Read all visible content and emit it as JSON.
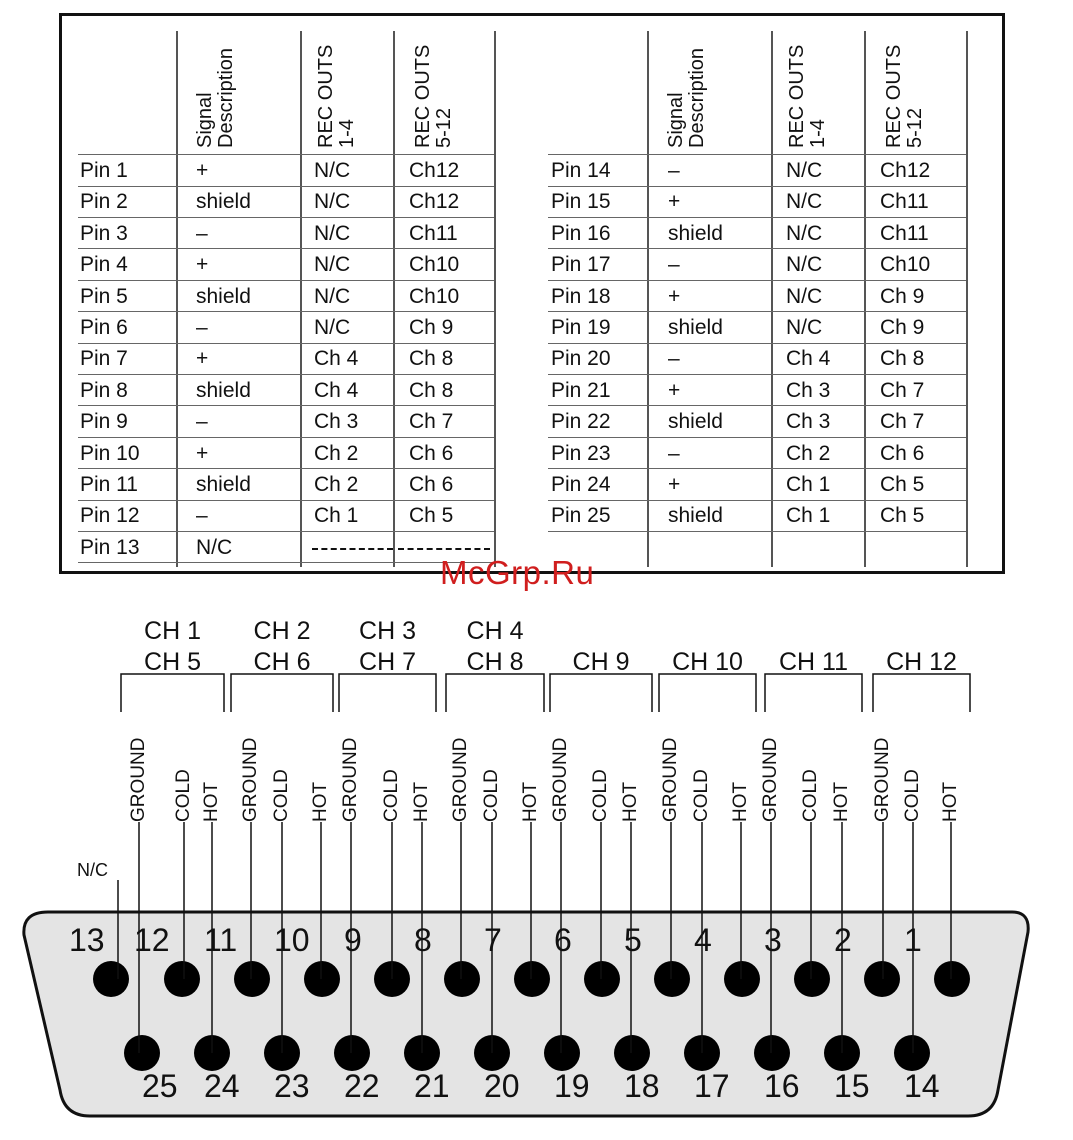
{
  "table": {
    "headers": {
      "signal": "Signal\nDescription",
      "rec14": "REC OUTS\n1-4",
      "rec512": "REC OUTS\n5-12"
    },
    "left_rows": [
      [
        "Pin 1",
        "+",
        "N/C",
        "Ch12"
      ],
      [
        "Pin 2",
        "shield",
        "N/C",
        "Ch12"
      ],
      [
        "Pin 3",
        "–",
        "N/C",
        "Ch11"
      ],
      [
        "Pin 4",
        "+",
        "N/C",
        "Ch10"
      ],
      [
        "Pin 5",
        "shield",
        "N/C",
        "Ch10"
      ],
      [
        "Pin 6",
        "–",
        "N/C",
        "Ch 9"
      ],
      [
        "Pin 7",
        "+",
        "Ch 4",
        "Ch 8"
      ],
      [
        "Pin 8",
        "shield",
        "Ch 4",
        "Ch 8"
      ],
      [
        "Pin 9",
        "–",
        "Ch 3",
        "Ch 7"
      ],
      [
        "Pin 10",
        "+",
        "Ch 2",
        "Ch 6"
      ],
      [
        "Pin 11",
        "shield",
        "Ch 2",
        "Ch 6"
      ],
      [
        "Pin 12",
        "–",
        "Ch 1",
        "Ch 5"
      ],
      [
        "Pin 13",
        "N/C",
        "",
        ""
      ]
    ],
    "right_rows": [
      [
        "Pin 14",
        "–",
        "N/C",
        "Ch12"
      ],
      [
        "Pin 15",
        "+",
        "N/C",
        "Ch11"
      ],
      [
        "Pin 16",
        "shield",
        "N/C",
        "Ch11"
      ],
      [
        "Pin 17",
        "–",
        "N/C",
        "Ch10"
      ],
      [
        "Pin 18",
        "+",
        "N/C",
        "Ch 9"
      ],
      [
        "Pin 19",
        "shield",
        "N/C",
        "Ch 9"
      ],
      [
        "Pin 20",
        "–",
        "Ch 4",
        "Ch 8"
      ],
      [
        "Pin 21",
        "+",
        "Ch 3",
        "Ch 7"
      ],
      [
        "Pin 22",
        "shield",
        "Ch 3",
        "Ch 7"
      ],
      [
        "Pin 23",
        "–",
        "Ch 2",
        "Ch 6"
      ],
      [
        "Pin 24",
        "+",
        "Ch 1",
        "Ch 5"
      ],
      [
        "Pin 25",
        "shield",
        "Ch 1",
        "Ch 5"
      ]
    ]
  },
  "watermark": "McGrp.Ru",
  "diagram": {
    "channel_groups": [
      {
        "label": "CH 1\nCH 5"
      },
      {
        "label": "CH 2\nCH 6"
      },
      {
        "label": "CH 3\nCH 7"
      },
      {
        "label": "CH 4\nCH 8"
      },
      {
        "label": "CH 9"
      },
      {
        "label": "CH 10"
      },
      {
        "label": "CH 11"
      },
      {
        "label": "CH 12"
      }
    ],
    "signals": [
      "GROUND",
      "COLD",
      "HOT"
    ],
    "nc_label": "N/C",
    "top_pins": [
      "13",
      "12",
      "11",
      "10",
      "9",
      "8",
      "7",
      "6",
      "5",
      "4",
      "3",
      "2",
      "1"
    ],
    "bottom_pins": [
      "25",
      "24",
      "23",
      "22",
      "21",
      "20",
      "19",
      "18",
      "17",
      "16",
      "15",
      "14"
    ],
    "colors": {
      "connector_fill": "#e4e4e4",
      "pin": "#000000",
      "watermark": "#d01e1e"
    }
  }
}
